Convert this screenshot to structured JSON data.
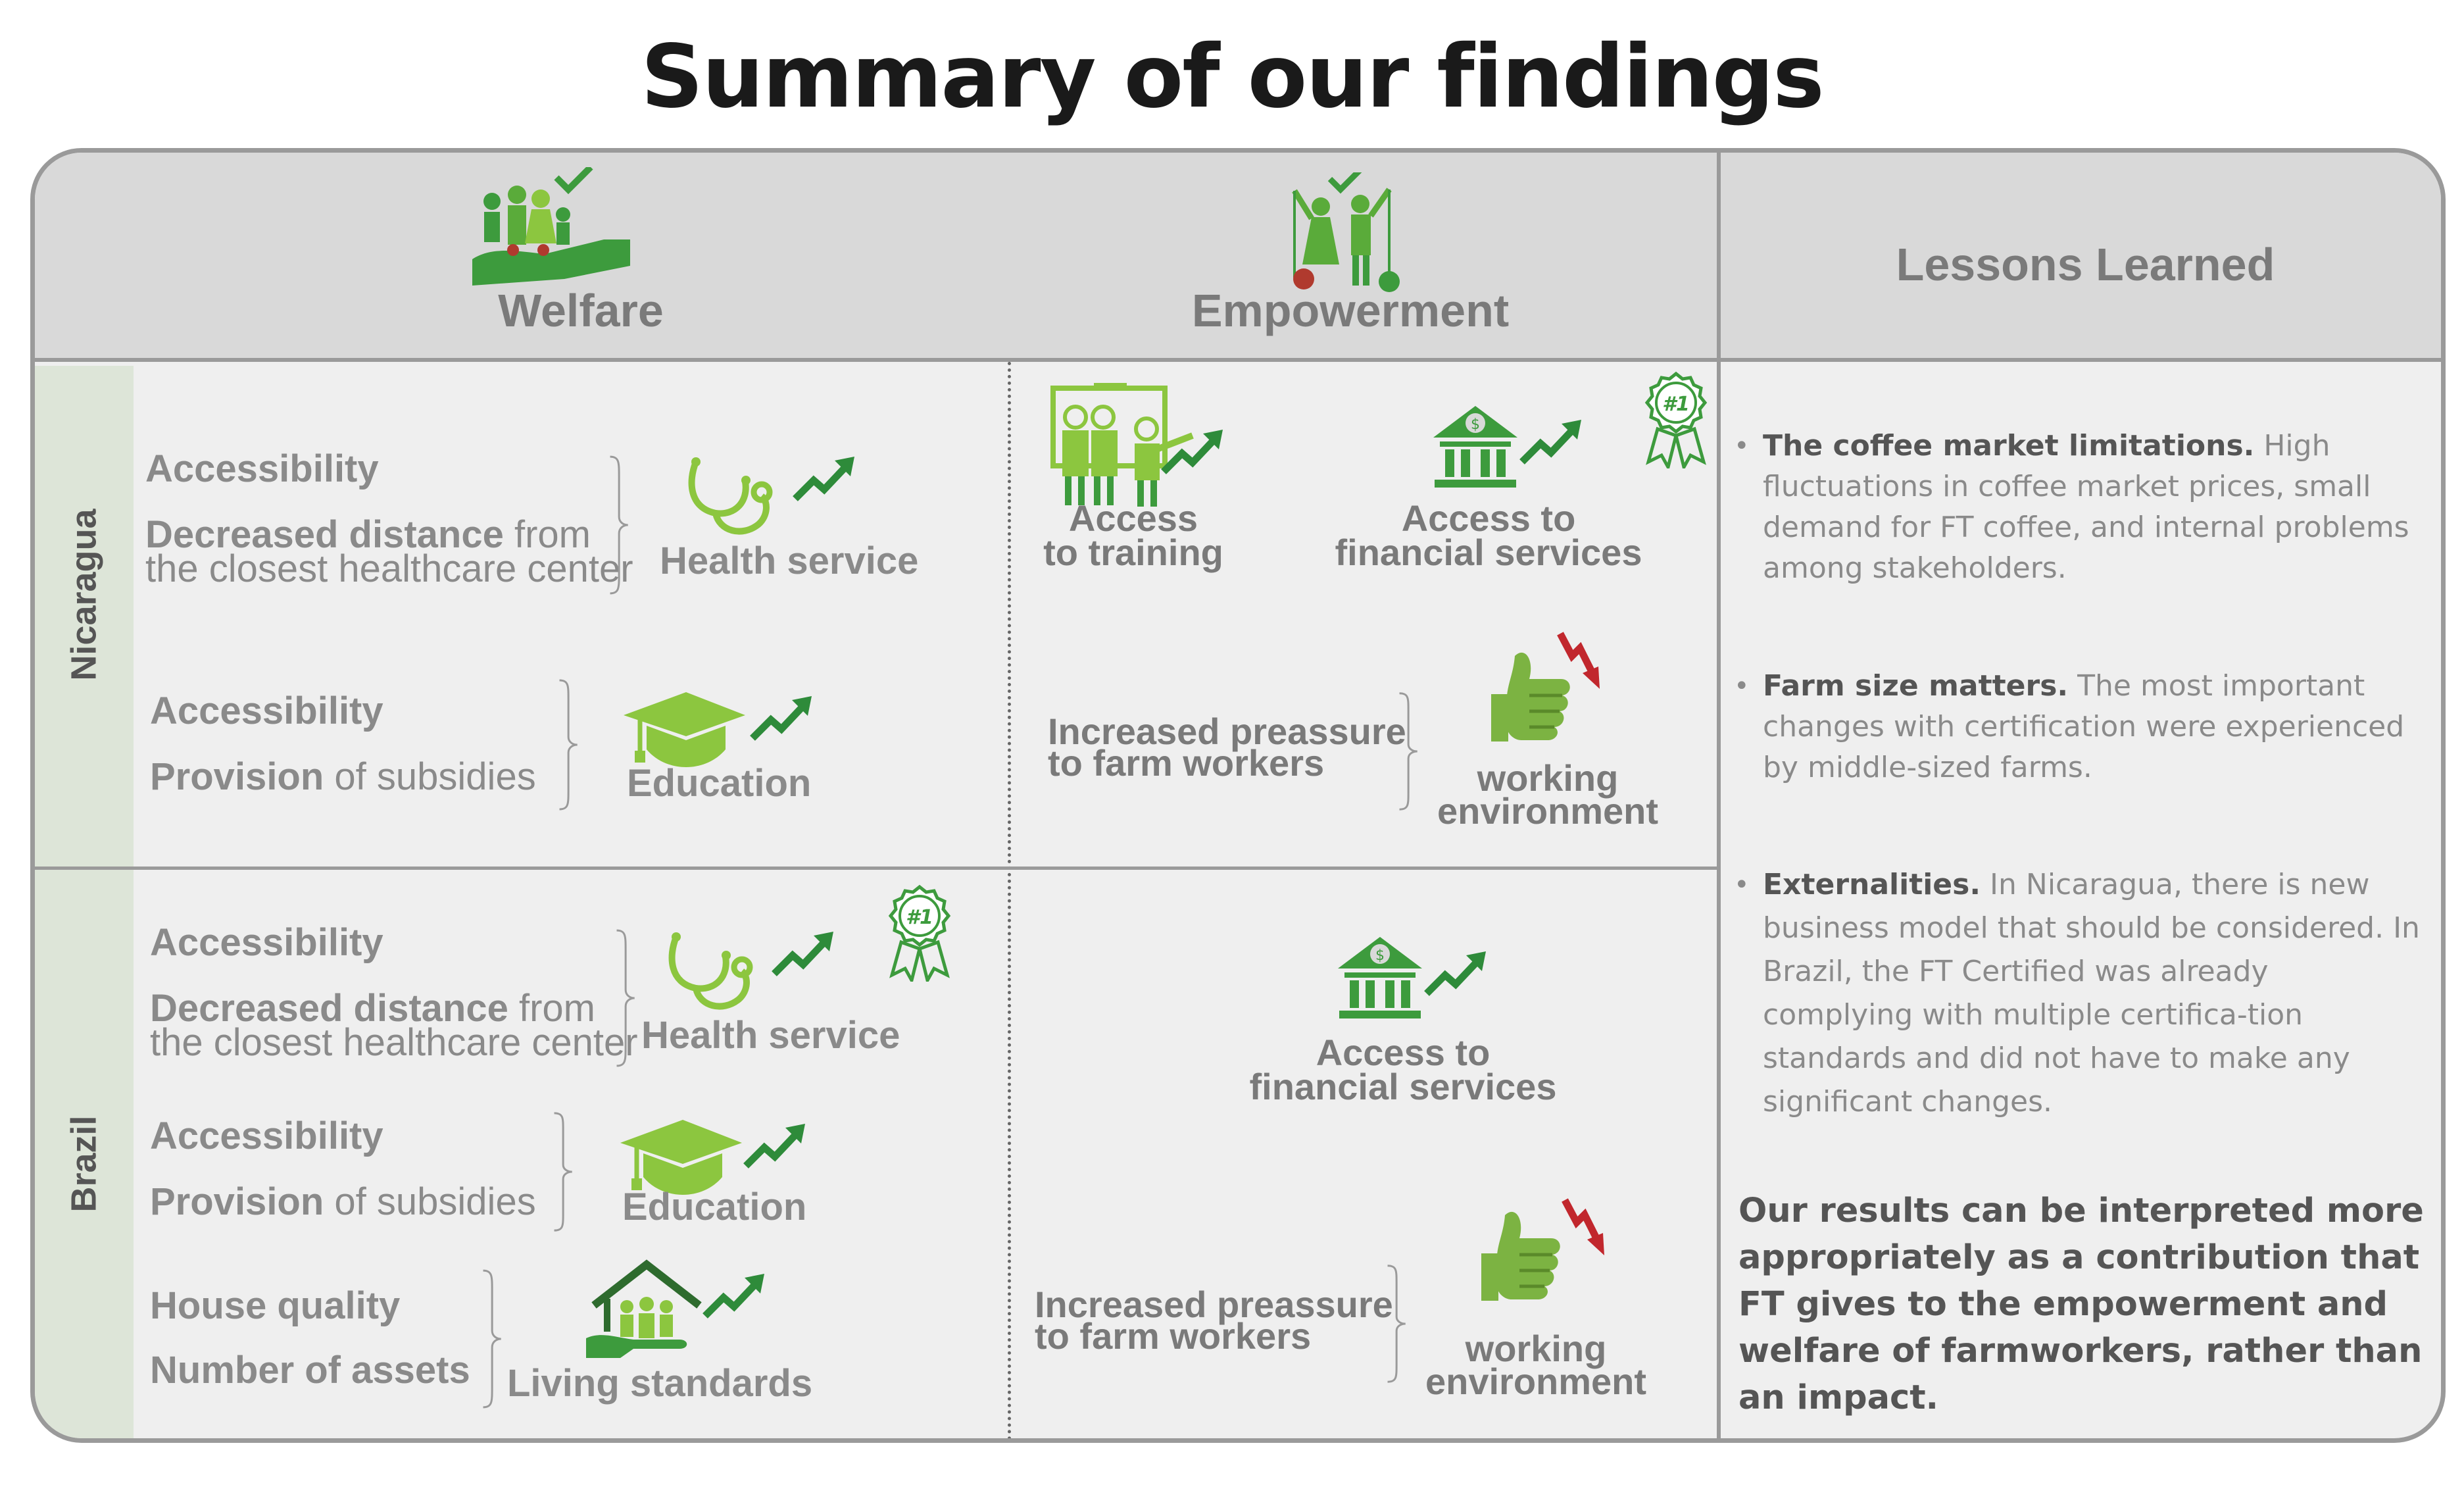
{
  "title": "Summary of our findings",
  "header": {
    "welfare": "Welfare",
    "empowerment": "Empowerment",
    "lessons": "Lessons Learned"
  },
  "rows": {
    "nicaragua": "Nicaragua",
    "brazil": "Brazil"
  },
  "nicaragua": {
    "health": {
      "line1": "Accessibility",
      "line2_bold": "Decreased distance",
      "line2_rest": " from",
      "line3": "the closest healthcare center",
      "label": "Health service",
      "trend": "up"
    },
    "education": {
      "line1": "Accessibility",
      "line2_bold": "Provision",
      "line2_rest": " of subsidies",
      "label": "Education",
      "trend": "up"
    },
    "training": {
      "line1": "Access",
      "line2": "to training",
      "trend": "up"
    },
    "financial": {
      "line1": "Access to",
      "line2": "financial services",
      "badge": "#1",
      "trend": "up"
    },
    "work_env": {
      "text1": "Increased preassure",
      "text2": "to farm workers",
      "line1": "working",
      "line2": "environment",
      "trend": "down"
    }
  },
  "brazil": {
    "health": {
      "line1": "Accessibility",
      "line2_bold": "Decreased distance",
      "line2_rest": " from",
      "line3": "the closest healthcare center",
      "label": "Health service",
      "badge": "#1",
      "trend": "up"
    },
    "education": {
      "line1": "Accessibility",
      "line2_bold": "Provision",
      "line2_rest": " of subsidies",
      "label": "Education",
      "trend": "up"
    },
    "living": {
      "line1": "House quality",
      "line2": "Number of assets",
      "label": "Living standards",
      "trend": "up"
    },
    "financial": {
      "line1": "Access to",
      "line2": "financial services",
      "trend": "up"
    },
    "work_env": {
      "text1": "Increased preassure",
      "text2": "to farm workers",
      "line1": "working",
      "line2": "environment",
      "trend": "down"
    }
  },
  "lessons": [
    {
      "bold": "The coffee market limitations.",
      "text": " High fluctuations in coffee market prices, small demand for FT coffee, and internal problems among stakeholders."
    },
    {
      "bold": "Farm size matters.",
      "text": " The most important changes with certification were experienced by middle-sized farms."
    },
    {
      "bold": "Externalities.",
      "text": " In Nicaragua, there is new business model that should be considered. In Brazil, the FT Certified was already complying with multiple certifica-tion standards and did not have to make any significant changes."
    }
  ],
  "conclusion": "Our results can be interpreted more appropriately as a contribution that FT gives to the empowerment and welfare of farmworkers, rather than an impact.",
  "colors": {
    "green": "#3d9b3d",
    "light_green": "#8cc63f",
    "red": "#c1272d",
    "grey": "#9a9a9a"
  }
}
